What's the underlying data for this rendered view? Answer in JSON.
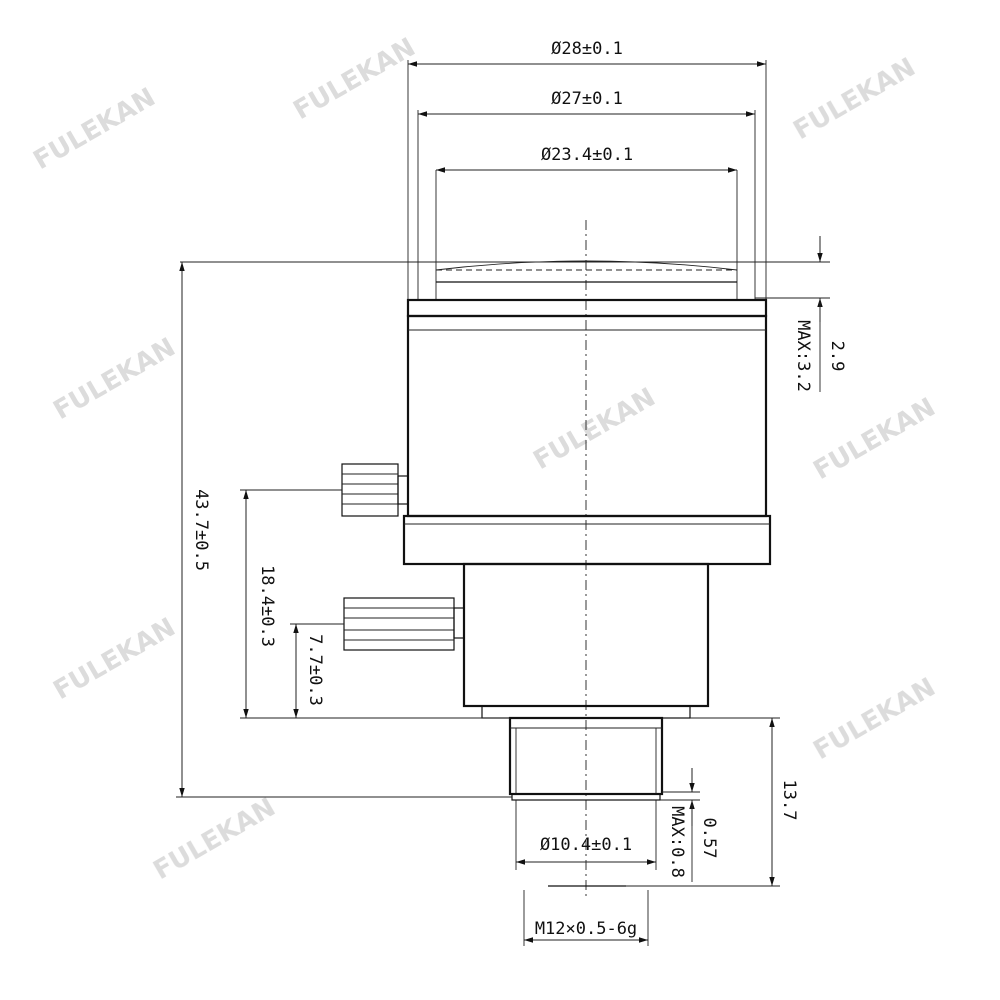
{
  "dimensions": {
    "outer_diameter": "Ø28±0.1",
    "mid_diameter": "Ø27±0.1",
    "glass_diameter": "Ø23.4±0.1",
    "glass_protrusion": "2.9",
    "glass_protrusion_max": "MAX:3.2",
    "total_length": "43.7±0.5",
    "upper_screw_height": "18.4±0.3",
    "lower_screw_height": "7.7±0.3",
    "flange_back": "13.7",
    "rear_gap": "0.57",
    "rear_gap_max": "MAX:0.8",
    "rear_diameter": "Ø10.4±0.1",
    "mount_thread": "M12×0.5-6g"
  },
  "watermark": "FULEKAN"
}
